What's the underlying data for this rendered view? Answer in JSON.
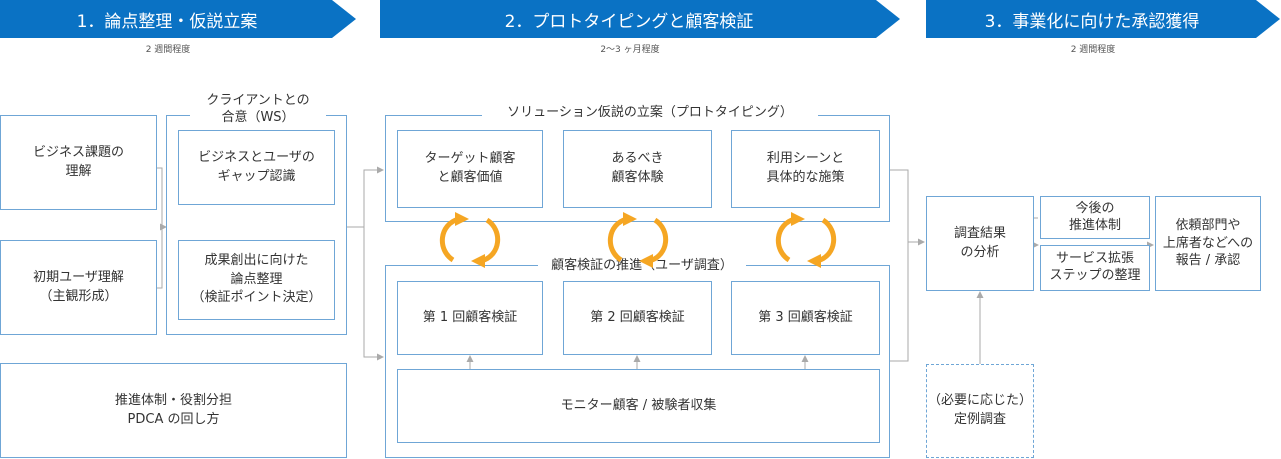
{
  "phases": [
    {
      "title": "1．論点整理・仮説立案",
      "duration": "2 週間程度"
    },
    {
      "title": "2．プロトタイピングと顧客検証",
      "duration": "2～3 ヶ月程度"
    },
    {
      "title": "3．事業化に向けた承認獲得",
      "duration": "2 週間程度"
    }
  ],
  "phase1": {
    "left_boxes": [
      "ビジネス課題の\n理解",
      "初期ユーザ理解\n（主観形成）"
    ],
    "ws_title": "クライアントとの\n合意（WS）",
    "ws_boxes": [
      "ビジネスとユーザの\nギャップ認識",
      "成果創出に向けた\n論点整理\n（検証ポイント決定）"
    ],
    "bottom_box": "推進体制・役割分担\nPDCA の回し方"
  },
  "phase2": {
    "solution_title": "ソリューション仮説の立案（プロトタイピング）",
    "solution_boxes": [
      "ターゲット顧客\nと顧客価値",
      "あるべき\n顧客体験",
      "利用シーンと\n具体的な施策"
    ],
    "verification_title": "顧客検証の推進（ユーザ調査）",
    "verification_boxes": [
      "第 1 回顧客検証",
      "第 2 回顧客検証",
      "第 3 回顧客検証"
    ],
    "recruit_box": "モニター顧客 / 被験者収集"
  },
  "phase3": {
    "analysis_box": "調査結果\nの分析",
    "regular_survey_box": "（必要に応じた）\n定例調査",
    "future_structure_box": "今後の\n推進体制",
    "service_expansion_box": "サービス拡張\nステップの整理",
    "report_box": "依頼部門や\n上席者などへの\n報告 / 承認"
  },
  "colors": {
    "banner": "#0a72c4",
    "border": "#6fa6d6",
    "cycle_arrow": "#f5a623",
    "connector": "#aaaaaa"
  }
}
